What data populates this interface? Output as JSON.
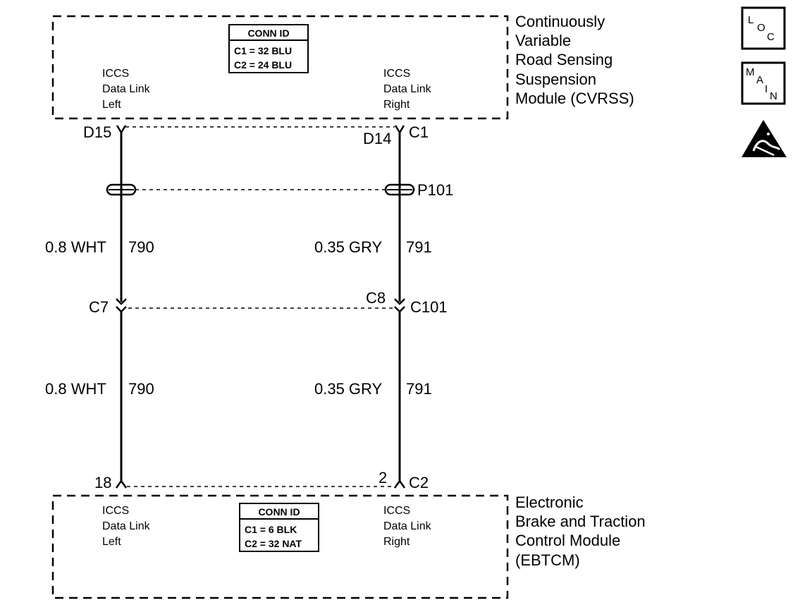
{
  "top_module": {
    "name_lines": [
      "Continuously",
      "Variable",
      "Road Sensing",
      "Suspension",
      "Module (CVRSS)"
    ],
    "conn_id": {
      "header": "CONN ID",
      "rows": [
        "C1 = 32 BLU",
        "C2 = 24 BLU"
      ]
    },
    "left_label": [
      "ICCS",
      "Data Link",
      "Left"
    ],
    "right_label": [
      "ICCS",
      "Data Link",
      "Right"
    ]
  },
  "bottom_module": {
    "name_lines": [
      "Electronic",
      "Brake and Traction",
      "Control Module",
      "(EBTCM)"
    ],
    "conn_id": {
      "header": "CONN ID",
      "rows": [
        "C1 = 6 BLK",
        "C2 = 32 NAT"
      ]
    },
    "left_label": [
      "ICCS",
      "Data Link",
      "Left"
    ],
    "right_label": [
      "ICCS",
      "Data Link",
      "Right"
    ]
  },
  "pins": {
    "top_left": "D15",
    "top_right": "D14",
    "top_connector": "C1",
    "splice": "P101",
    "mid_left": "C7",
    "mid_right": "C8",
    "mid_connector": "C101",
    "bottom_left": "18",
    "bottom_right": "2",
    "bottom_connector": "C2"
  },
  "wires": {
    "left_upper": {
      "gauge_color": "0.8 WHT",
      "circuit": "790"
    },
    "right_upper": {
      "gauge_color": "0.35 GRY",
      "circuit": "791"
    },
    "left_lower": {
      "gauge_color": "0.8 WHT",
      "circuit": "790"
    },
    "right_lower": {
      "gauge_color": "0.35 GRY",
      "circuit": "791"
    }
  },
  "icons": {
    "loc": {
      "name": "loc-icon",
      "letters": [
        "L",
        "O",
        "C"
      ]
    },
    "main": {
      "name": "main-icon",
      "letters": [
        "M",
        "A",
        "I",
        "N"
      ]
    },
    "esd": {
      "name": "esd-warning-icon"
    }
  }
}
